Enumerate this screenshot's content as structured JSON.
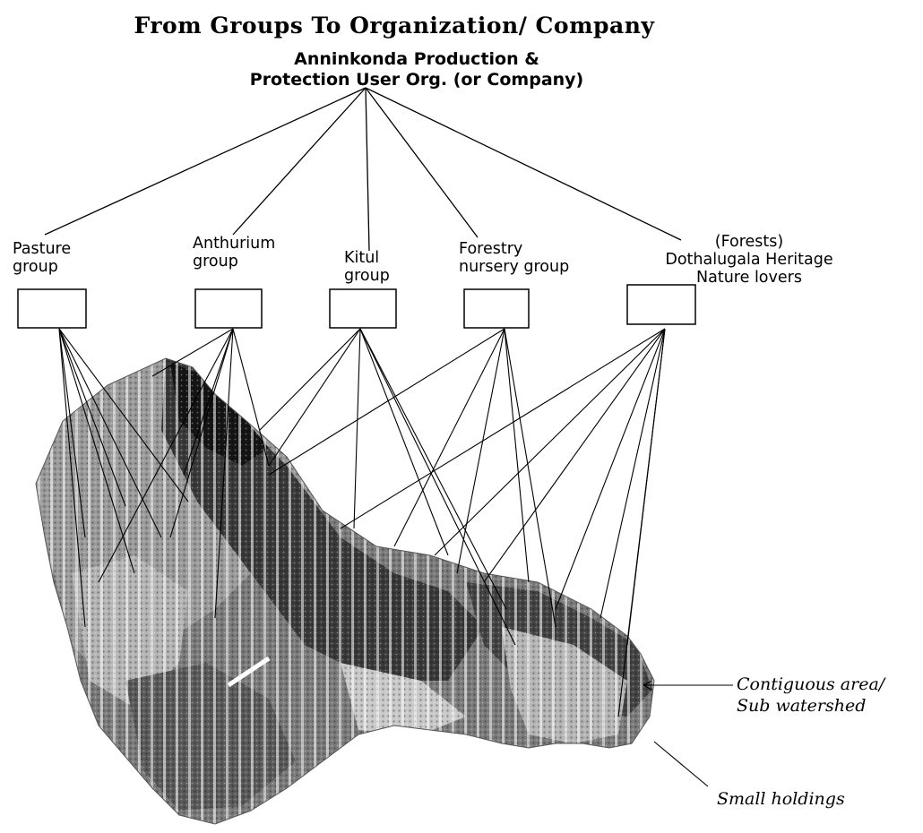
{
  "title": "From Groups To Organization/ Company",
  "organization": {
    "line1": "Anninkonda Production &",
    "line2": "Protection User Org. (or Company)"
  },
  "groups": [
    {
      "lines": [
        "Pasture",
        "group"
      ]
    },
    {
      "lines": [
        "Anthurium",
        "group"
      ]
    },
    {
      "lines": [
        "Kitul",
        "group"
      ]
    },
    {
      "lines": [
        "Forestry",
        "nursery group"
      ]
    },
    {
      "lines": [
        "(Forests)",
        "Dothalugala Heritage",
        "Nature lovers"
      ]
    }
  ],
  "annotations": {
    "area_line1": "Contiguous area/",
    "area_line2": "Sub watershed",
    "holdings": "Small holdings"
  },
  "colors": {
    "ink": "#000000",
    "terrain_dark": "#3a3a3a",
    "terrain_mid": "#7a7a7a",
    "terrain_light": "#b4b4b4"
  }
}
